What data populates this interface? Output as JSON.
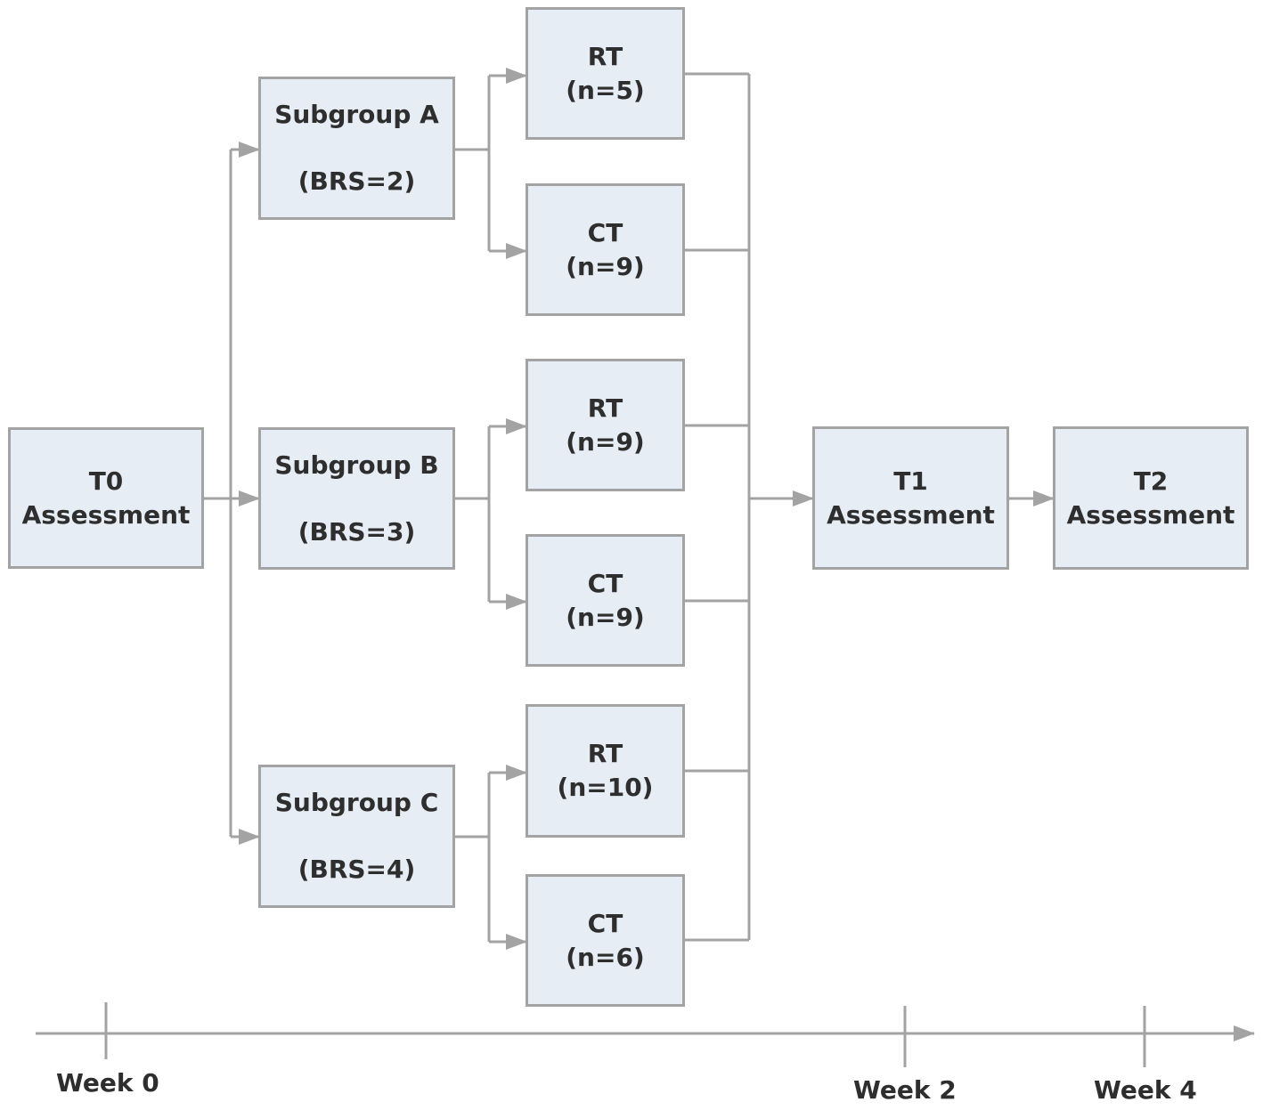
{
  "colors": {
    "box_fill": "#e7edf4",
    "box_border": "#a3a3a3",
    "connector": "#a3a3a3",
    "text": "#2e2e2e"
  },
  "nodes": {
    "t0": {
      "line1": "T0",
      "line2": "Assessment"
    },
    "subgroup_a": {
      "line1": "Subgroup A",
      "line2": "(BRS=2)"
    },
    "subgroup_b": {
      "line1": "Subgroup B",
      "line2": "(BRS=3)"
    },
    "subgroup_c": {
      "line1": "Subgroup C",
      "line2": "(BRS=4)"
    },
    "a_rt": {
      "line1": "RT",
      "line2": "(n=5)"
    },
    "a_ct": {
      "line1": "CT",
      "line2": "(n=9)"
    },
    "b_rt": {
      "line1": "RT",
      "line2": "(n=9)"
    },
    "b_ct": {
      "line1": "CT",
      "line2": "(n=9)"
    },
    "c_rt": {
      "line1": "RT",
      "line2": "(n=10)"
    },
    "c_ct": {
      "line1": "CT",
      "line2": "(n=6)"
    },
    "t1": {
      "line1": "T1",
      "line2": "Assessment"
    },
    "t2": {
      "line1": "T2",
      "line2": "Assessment"
    }
  },
  "timeline": {
    "ticks": [
      {
        "label": "Week 0"
      },
      {
        "label": "Week 2"
      },
      {
        "label": "Week 4"
      }
    ]
  }
}
